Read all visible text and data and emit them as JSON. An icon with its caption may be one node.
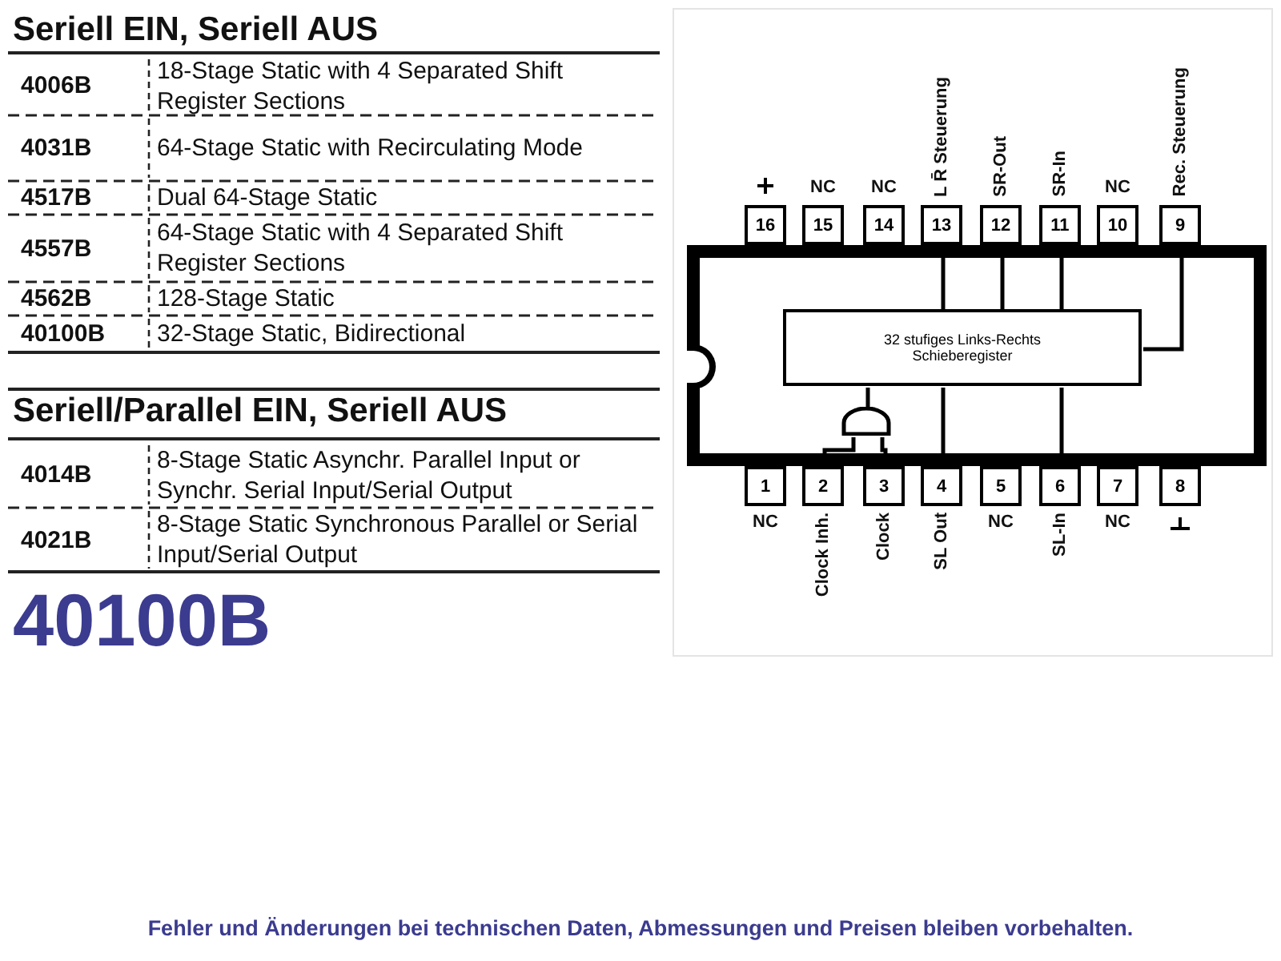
{
  "diagram": {
    "caption": "Fehler und Änderungen bei technischen Daten, Abmessungen und Preisen bleiben vorbehalten.",
    "nodes": [
      {
        "text": [],
        "shape": "box"
      },
      {
        "text": [
          "16"
        ]
      },
      {
        "text": [
          "15"
        ],
        "beside": [
          "NC"
        ]
      },
      {
        "text": [
          "14"
        ],
        "beside": [
          "NC"
        ]
      },
      {
        "text": [
          "13"
        ],
        "beside": [
          "L R̄ Steuerung"
        ]
      },
      {
        "text": [
          "12"
        ],
        "beside": [
          "SR-Out"
        ]
      },
      {
        "text": [
          "11"
        ],
        "beside": [
          "SR-In"
        ]
      },
      {
        "text": [
          "10"
        ],
        "beside": [
          "NC"
        ]
      },
      {
        "text": [
          "9"
        ],
        "beside": [
          "Rec. Steuerung"
        ]
      },
      {
        "text": [
          "32 stufiges Links-Rechts Schieberegister"
        ],
        "in": 0
      },
      {
        "text": [],
        "shape": "gate",
        "in": 0
      },
      {
        "text": [
          "1"
        ],
        "beside": [
          "NC"
        ]
      },
      {
        "text": [
          "2"
        ],
        "beside": [
          "Clock Inh."
        ]
      },
      {
        "text": [
          "3"
        ],
        "beside": [
          "Clock"
        ]
      },
      {
        "text": [
          "4"
        ],
        "beside": [
          "SL Out"
        ]
      },
      {
        "text": [
          "5"
        ],
        "beside": [
          "NC"
        ]
      },
      {
        "text": [
          "6"
        ],
        "beside": [
          "SL-In"
        ]
      },
      {
        "text": [
          "7"
        ],
        "beside": [
          "NC"
        ]
      },
      {
        "text": [
          "8"
        ]
      }
    ],
    "edges": [
      {
        "from": 4,
        "to": 9,
        "arrow": "none"
      },
      {
        "from": 5,
        "to": 9,
        "arrow": "none"
      },
      {
        "from": 6,
        "to": 9,
        "arrow": "none"
      },
      {
        "from": 8,
        "to": 9,
        "arrow": "none"
      },
      {
        "from": 10,
        "to": 9,
        "arrow": "none"
      },
      {
        "from": 12,
        "to": 10,
        "arrow": "none"
      },
      {
        "from": 13,
        "to": 10,
        "arrow": "none"
      },
      {
        "from": 14,
        "to": 9,
        "arrow": "none"
      },
      {
        "from": 16,
        "to": 9,
        "arrow": "none"
      }
    ],
    "labels": [
      "Seriell EIN, Seriell AUS",
      "4006B",
      "18-Stage Static with 4 Separated Shift Register Sections",
      "4031B",
      "64-Stage Static with Recirculating Mode",
      "4517B",
      "Dual 64-Stage Static",
      "4557B",
      "64-Stage Static with 4 Separated Shift Register Sections",
      "4562B",
      "128-Stage Static",
      "40100B",
      "32-Stage Static, Bidirectional",
      "Seriell/Parallel EIN, Seriell AUS",
      "4014B",
      "8-Stage Static Asynchr. Parallel Input or Synchr. Serial Input/Serial Output",
      "4021B",
      "8-Stage Static Synchronous Parallel or Serial Input/Serial Output",
      "40100B"
    ]
  }
}
